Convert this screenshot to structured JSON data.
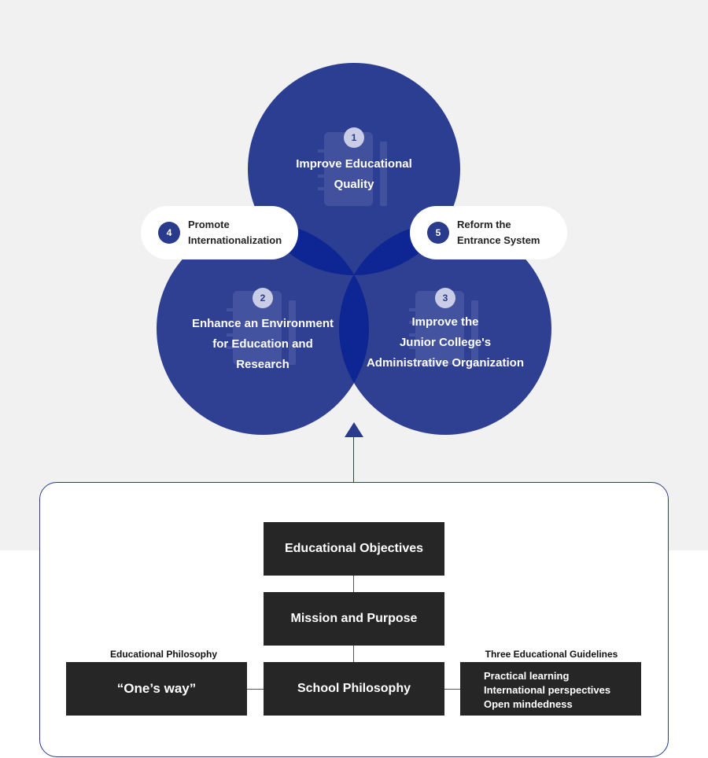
{
  "colors": {
    "circle": "#283a8f",
    "overlap": "#0e2693",
    "badge": "#2a3a8c",
    "box": "#262626",
    "background": "#f1f1f2"
  },
  "goals": [
    {
      "num": "1",
      "label": "Improve Educational\nQuality"
    },
    {
      "num": "2",
      "label": "Enhance an Environment\nfor Education and\nResearch"
    },
    {
      "num": "3",
      "label": "Improve the\nJunior College's\nAdministrative Organization"
    }
  ],
  "pills": [
    {
      "num": "4",
      "label": "Promote\nInternationalization"
    },
    {
      "num": "5",
      "label": "Reform the\nEntrance System"
    }
  ],
  "structure": {
    "objectives": "Educational Objectives",
    "mission": "Mission and Purpose",
    "school_philosophy": "School Philosophy",
    "philosophy_caption": "Educational Philosophy",
    "philosophy_value": "“One’s way”",
    "guidelines_caption": "Three Educational Guidelines",
    "guidelines": [
      "Practical learning",
      "International perspectives",
      "Open mindedness"
    ]
  }
}
